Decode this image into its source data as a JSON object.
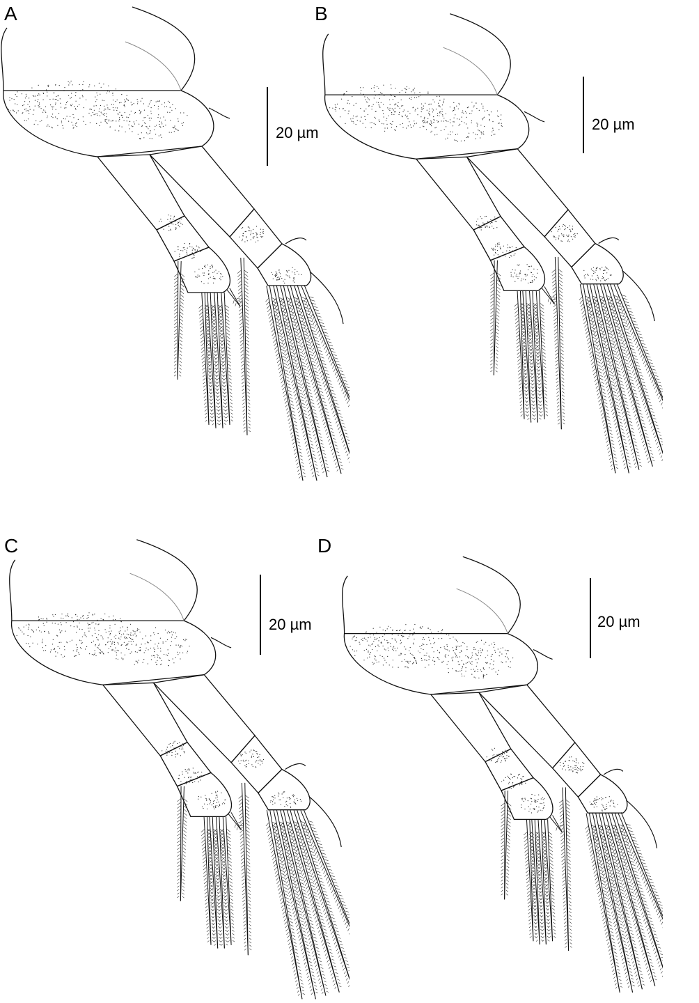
{
  "panels": [
    {
      "letter": "A",
      "scale_label": "20 µm"
    },
    {
      "letter": "B",
      "scale_label": "20 µm"
    },
    {
      "letter": "C",
      "scale_label": "20 µm"
    },
    {
      "letter": "D",
      "scale_label": "20 µm"
    }
  ]
}
